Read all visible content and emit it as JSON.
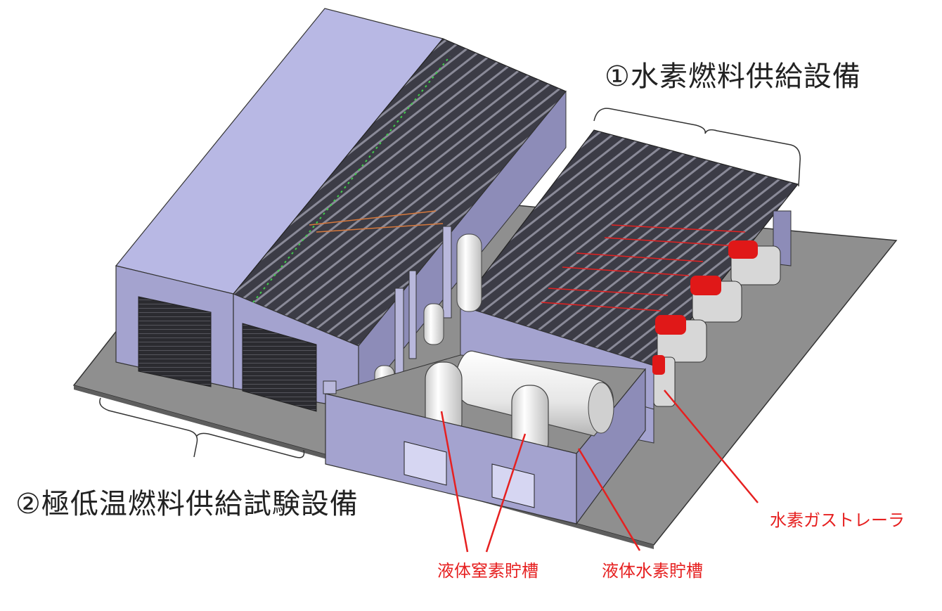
{
  "labels": {
    "hydrogen_supply": "①水素燃料供給設備",
    "cryogenic_test": "②極低温燃料供給試験設備",
    "hydrogen_trailer": "水素ガストレーラ",
    "ln2_tank": "液体窒素貯槽",
    "lh2_tank": "液体水素貯槽"
  },
  "colors": {
    "ground": "#8f8f8f",
    "wall": "#a4a3cf",
    "wall_dark": "#8d8cb8",
    "roof_flat": "#b8b8e4",
    "roof_ribbed": "#3a3a44",
    "tank": "#f2f2f2",
    "trailer_red": "#e01818",
    "callout": "#e62020",
    "bracket": "#333333"
  }
}
